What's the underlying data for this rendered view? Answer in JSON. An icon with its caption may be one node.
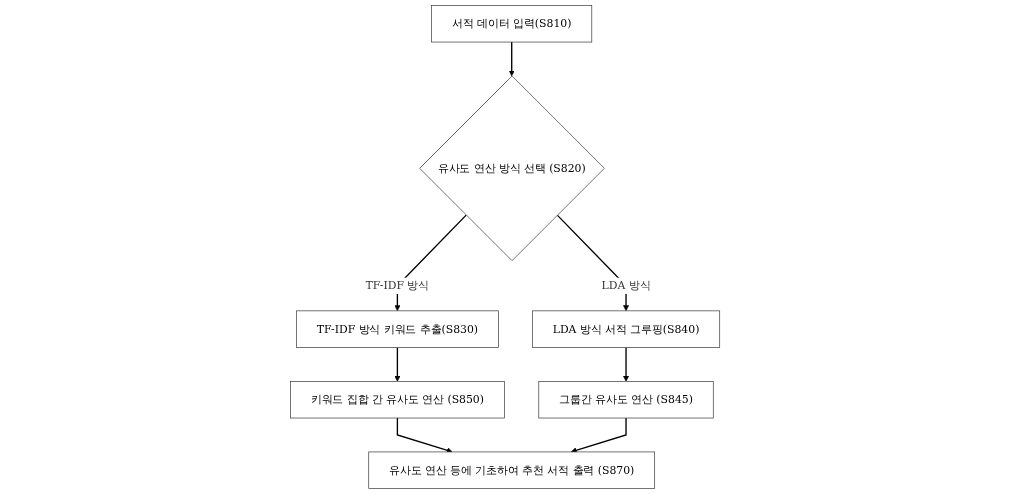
{
  "diagram": {
    "nodes": [
      {
        "text": [
          "서적 데이터 입력(S810)"
        ]
      },
      {
        "text": [
          "유사도 연산 방식 선택 (S820)"
        ]
      },
      {
        "text": [
          "TF-IDF 방식 키워드 추출(S830)"
        ]
      },
      {
        "text": [
          "LDA 방식 서적 그루핑(S840)"
        ]
      },
      {
        "text": [
          "키워드 집합 간 유사도 연산 (S850)"
        ]
      },
      {
        "text": [
          "그룹간 유사도 연산 (S845)"
        ]
      },
      {
        "text": [
          "유사도 연산 등에 기초하여 추천 서적 출력 (S870)"
        ]
      }
    ],
    "edges": [
      {
        "from": 0,
        "to": 1,
        "arrow": "to"
      },
      {
        "from": 1,
        "to": 2,
        "label": "TF-IDF 방식",
        "arrow": "to"
      },
      {
        "from": 1,
        "to": 3,
        "label": "LDA 방식",
        "arrow": "to"
      },
      {
        "from": 2,
        "to": 4,
        "arrow": "to"
      },
      {
        "from": 3,
        "to": 5,
        "arrow": "to"
      },
      {
        "from": 4,
        "to": 6,
        "arrow": "to"
      },
      {
        "from": 5,
        "to": 6,
        "arrow": "to"
      }
    ]
  }
}
